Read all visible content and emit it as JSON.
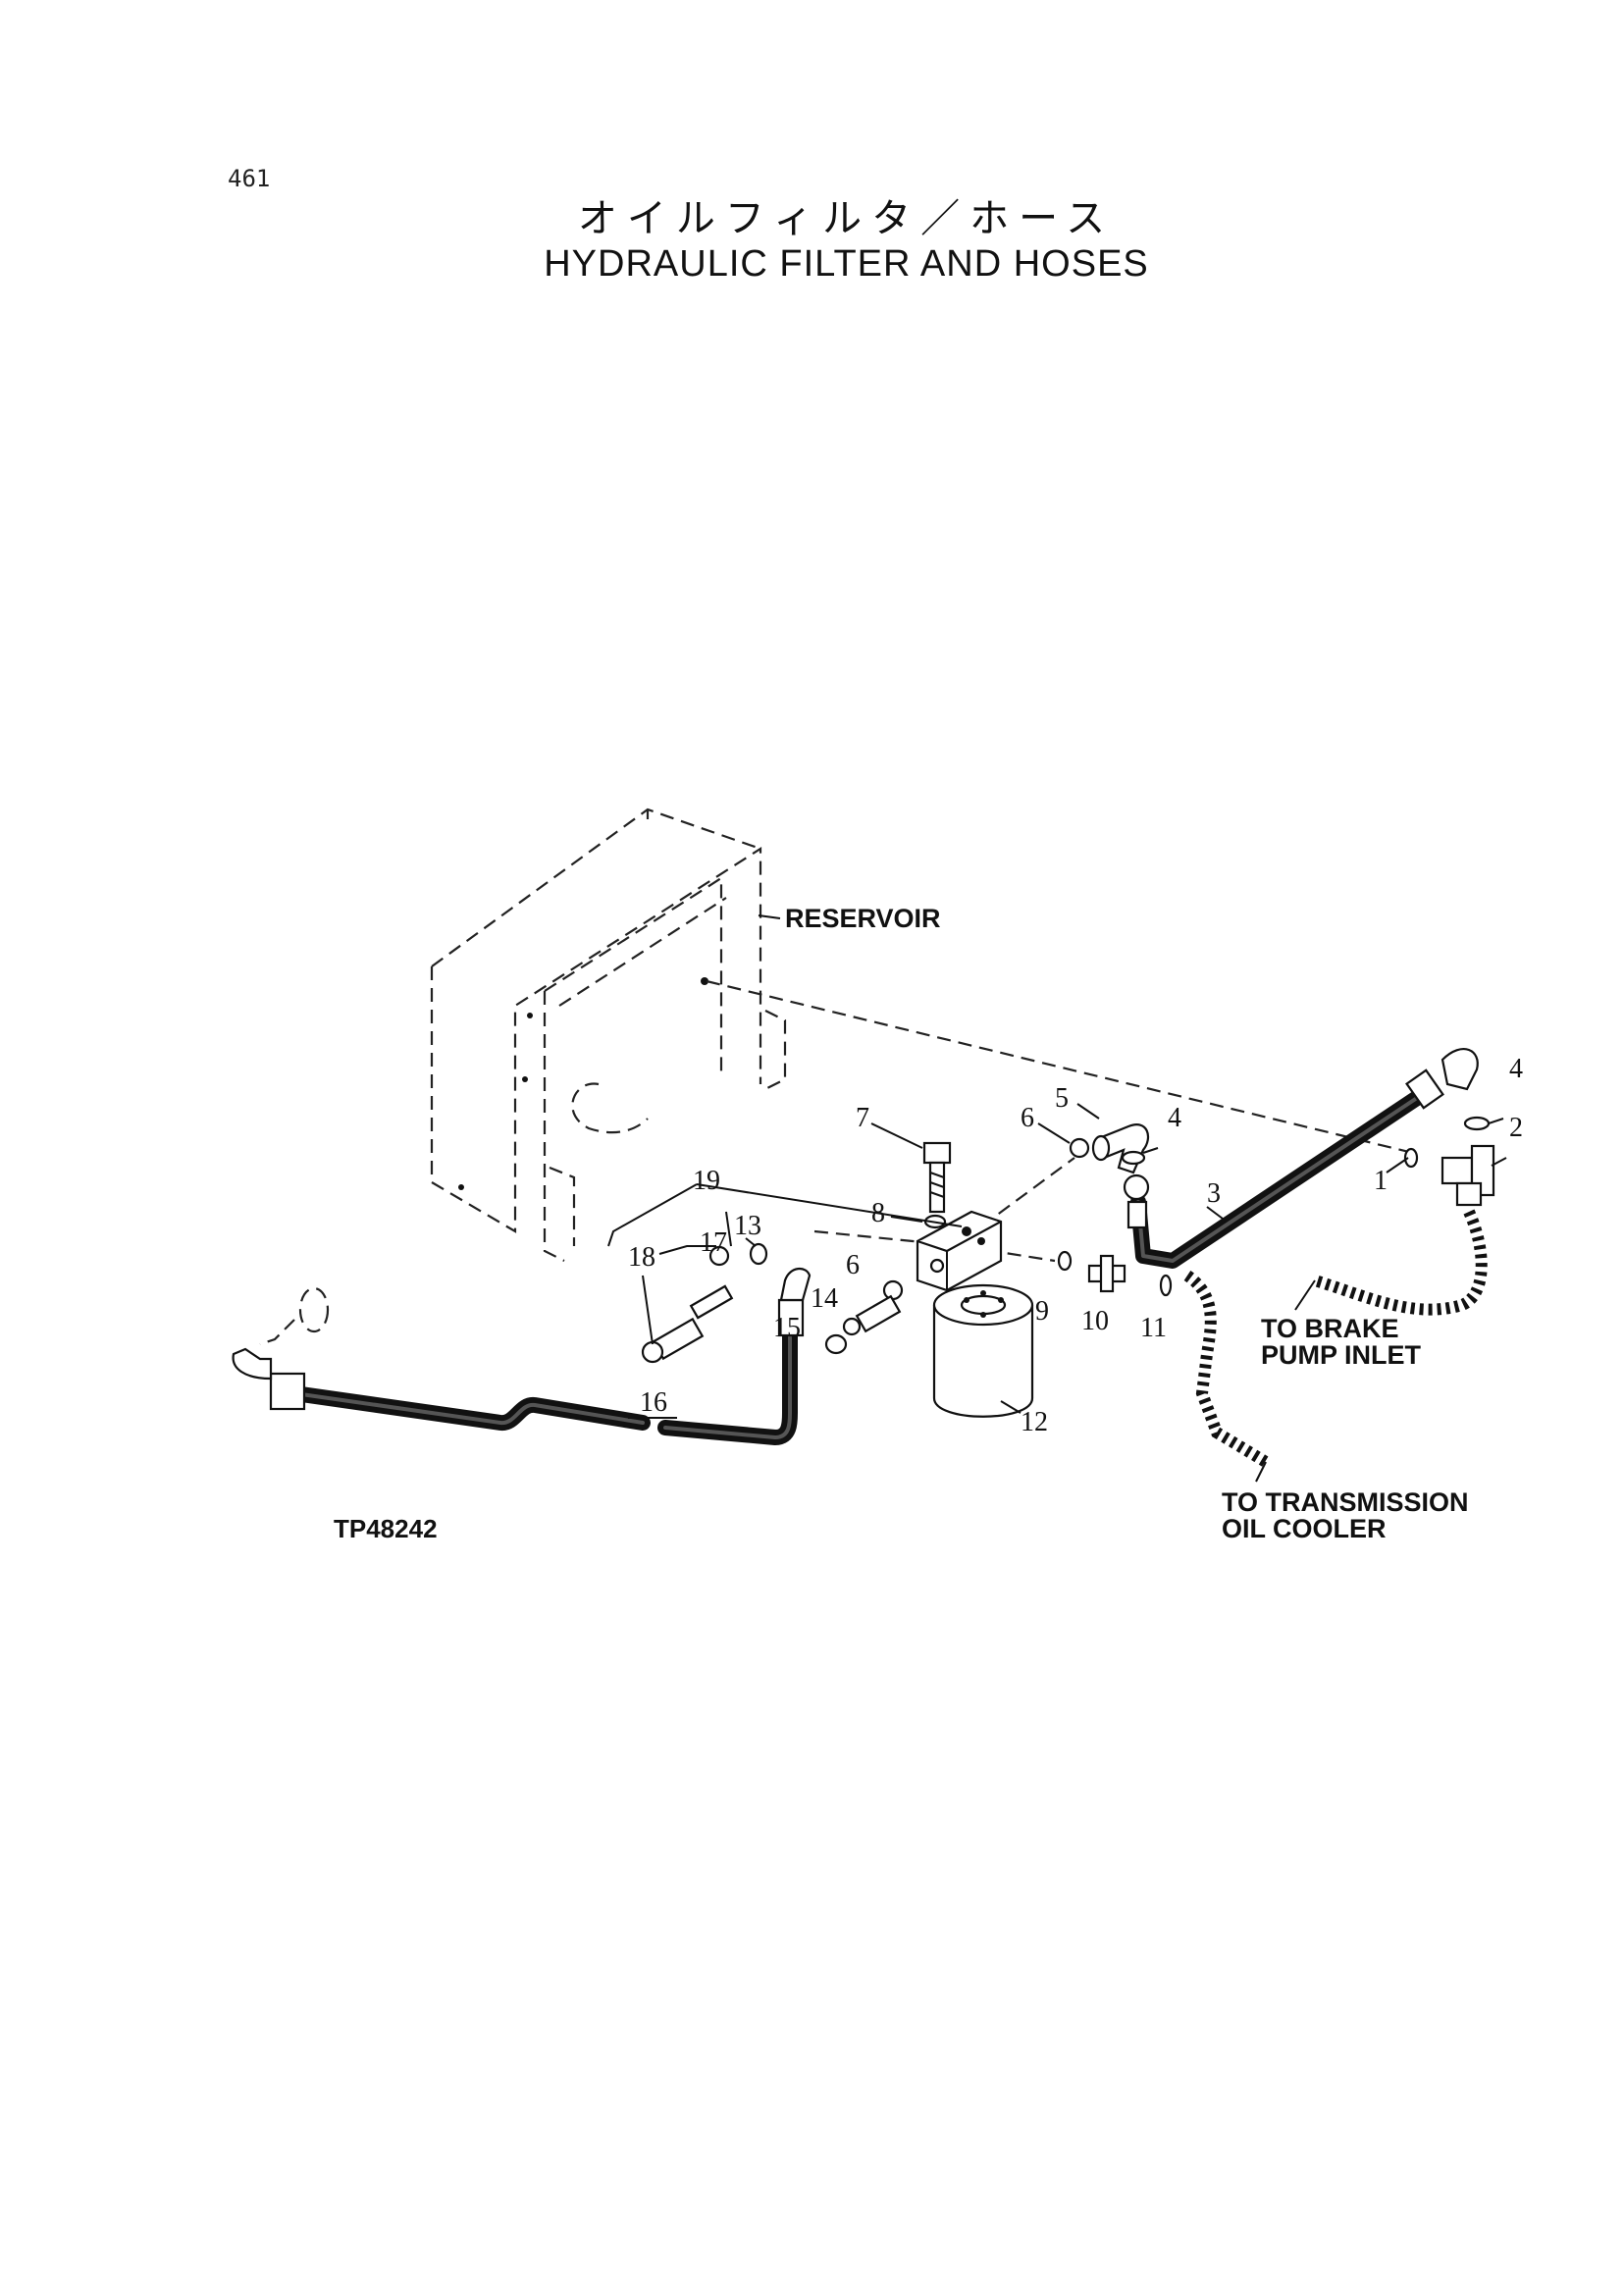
{
  "page": {
    "number": "461",
    "title_jp": "オイルフィルタ／ホース",
    "title_en": "HYDRAULIC FILTER AND HOSES"
  },
  "diagram": {
    "figure_id": "TP48242",
    "labels": {
      "reservoir": "RESERVOIR",
      "brake_line1": "TO BRAKE",
      "brake_line2": "PUMP INLET",
      "transmission_line1": "TO TRANSMISSION",
      "transmission_line2": "OIL COOLER"
    },
    "callouts": {
      "c1": "1",
      "c2": "2",
      "c3": "3",
      "c4a": "4",
      "c4b": "4",
      "c5": "5",
      "c6a": "6",
      "c6b": "6",
      "c7": "7",
      "c8": "8",
      "c9": "9",
      "c10": "10",
      "c11": "11",
      "c12": "12",
      "c13": "13",
      "c14": "14",
      "c15": "15",
      "c16": "16",
      "c17": "17",
      "c18": "18",
      "c19": "19"
    }
  }
}
